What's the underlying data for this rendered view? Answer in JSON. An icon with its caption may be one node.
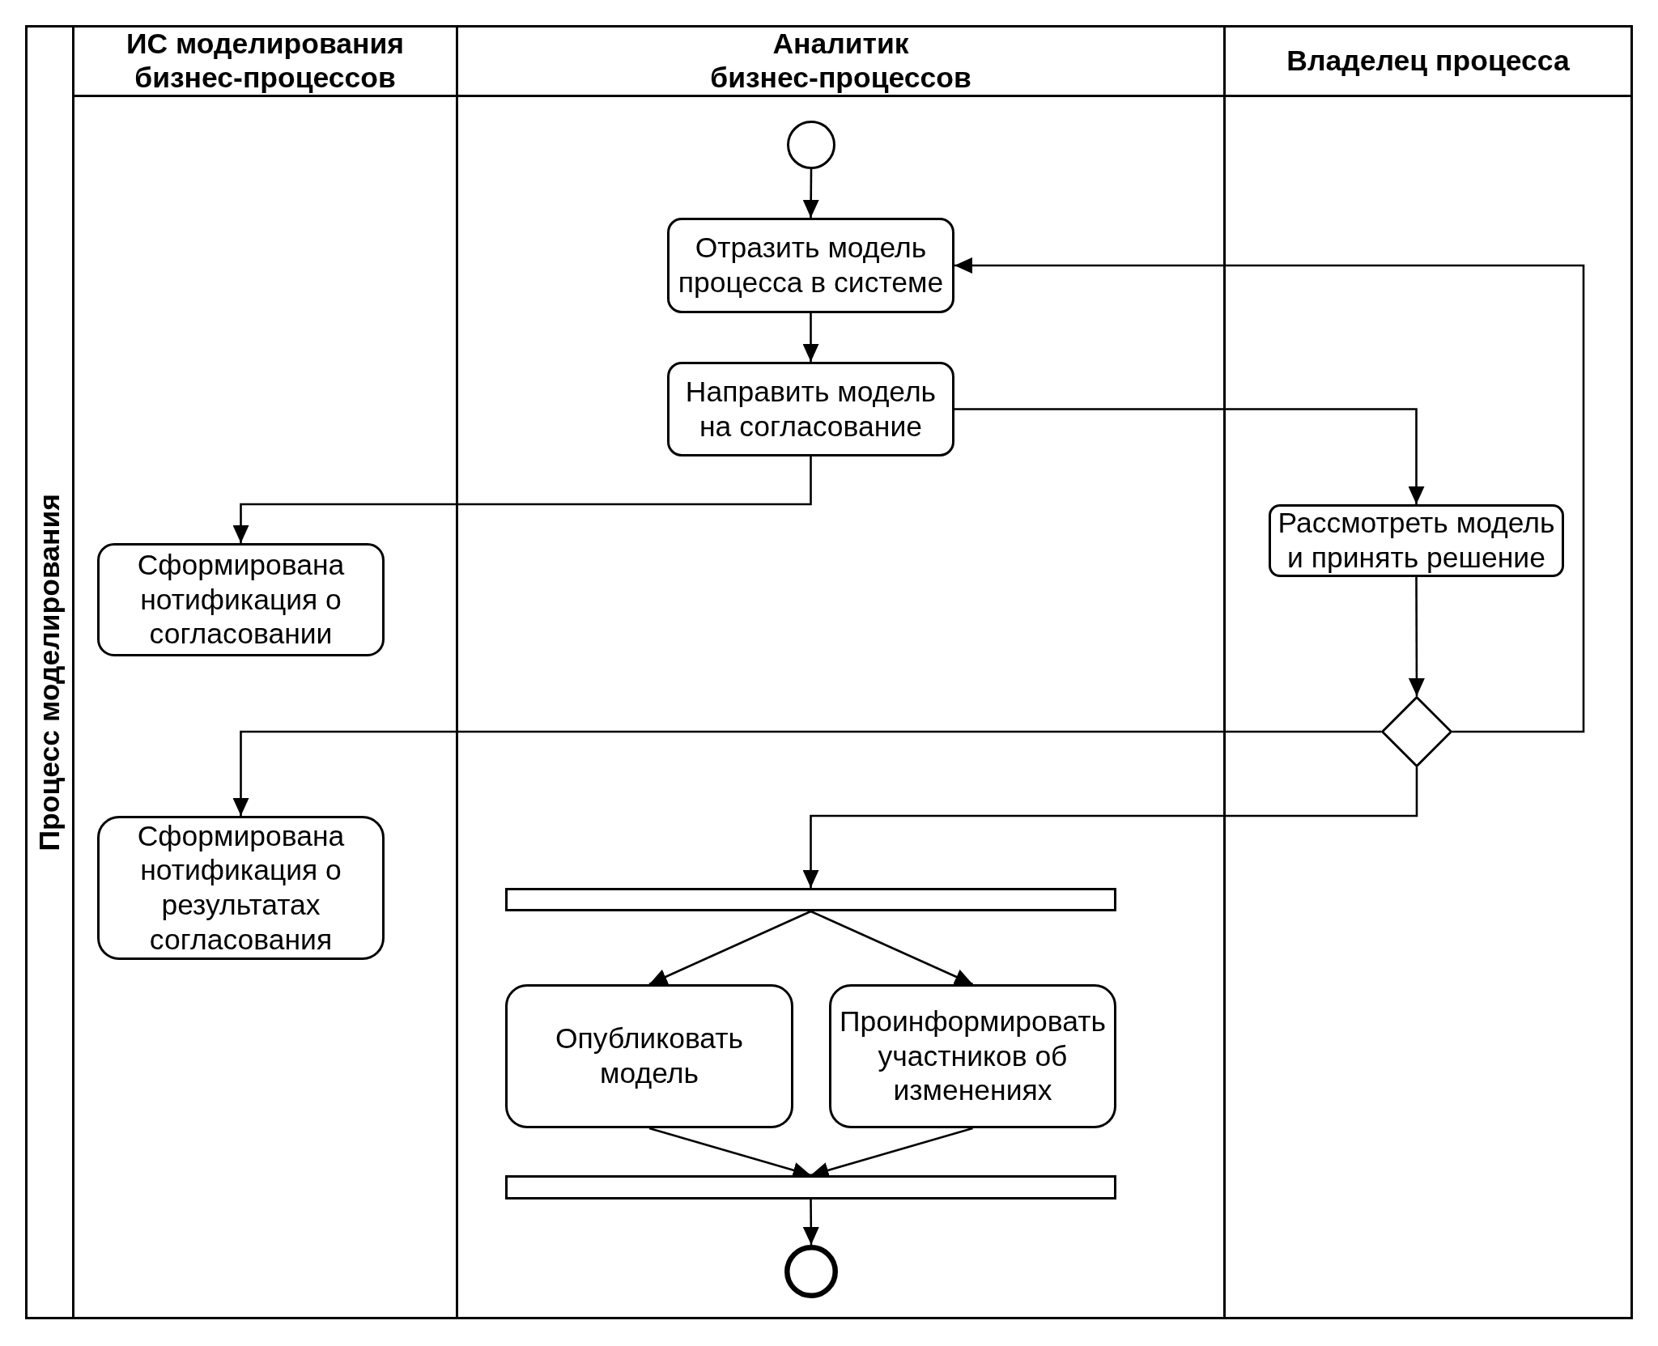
{
  "diagram": {
    "nodes": [
      {
        "text": [
          "Процесс моделирования"
        ]
      },
      {
        "text": [
          "ИС моделирования бизнес-процессов"
        ],
        "in": 0
      },
      {
        "text": [
          "Аналитик бизнес-процессов"
        ],
        "in": 0
      },
      {
        "text": [
          "Владелец процесса"
        ],
        "in": 0
      },
      {
        "text": [],
        "shape": "circle",
        "in": 2
      },
      {
        "text": [
          "Отразить модель процесса в системе"
        ],
        "in": 2
      },
      {
        "text": [
          "Направить модель на согласование"
        ],
        "in": 2
      },
      {
        "text": [
          "Сформирована нотификация о согласовании"
        ],
        "in": 1
      },
      {
        "text": [
          "Рассмотреть модель и принять решение"
        ],
        "in": 3
      },
      {
        "text": [],
        "shape": "diamond",
        "in": 3
      },
      {
        "text": [
          "Сформирована нотификация о результатах согласования"
        ],
        "in": 1
      },
      {
        "text": [],
        "shape": "bar",
        "in": 2
      },
      {
        "text": [
          "Опубликовать модель"
        ],
        "in": 2
      },
      {
        "text": [
          "Проинформировать участников об изменениях"
        ],
        "in": 2
      },
      {
        "text": [],
        "shape": "bar",
        "in": 2
      },
      {
        "text": [],
        "shape": "circle",
        "in": 2
      }
    ],
    "edges": [
      {
        "from": 4,
        "to": 5,
        "arrow": "to"
      },
      {
        "from": 5,
        "to": 6,
        "arrow": "to"
      },
      {
        "from": 6,
        "to": 7,
        "arrow": "to"
      },
      {
        "from": 6,
        "to": 8,
        "arrow": "to"
      },
      {
        "from": 8,
        "to": 9,
        "arrow": "to"
      },
      {
        "from": 9,
        "to": 5,
        "arrow": "to"
      },
      {
        "from": 9,
        "to": 10,
        "arrow": "to"
      },
      {
        "from": 9,
        "to": 11,
        "arrow": "to"
      },
      {
        "from": 11,
        "to": 12,
        "arrow": "to"
      },
      {
        "from": 11,
        "to": 13,
        "arrow": "to"
      },
      {
        "from": 12,
        "to": 14,
        "arrow": "to"
      },
      {
        "from": 13,
        "to": 14,
        "arrow": "to"
      },
      {
        "from": 14,
        "to": 15,
        "arrow": "to"
      }
    ]
  }
}
